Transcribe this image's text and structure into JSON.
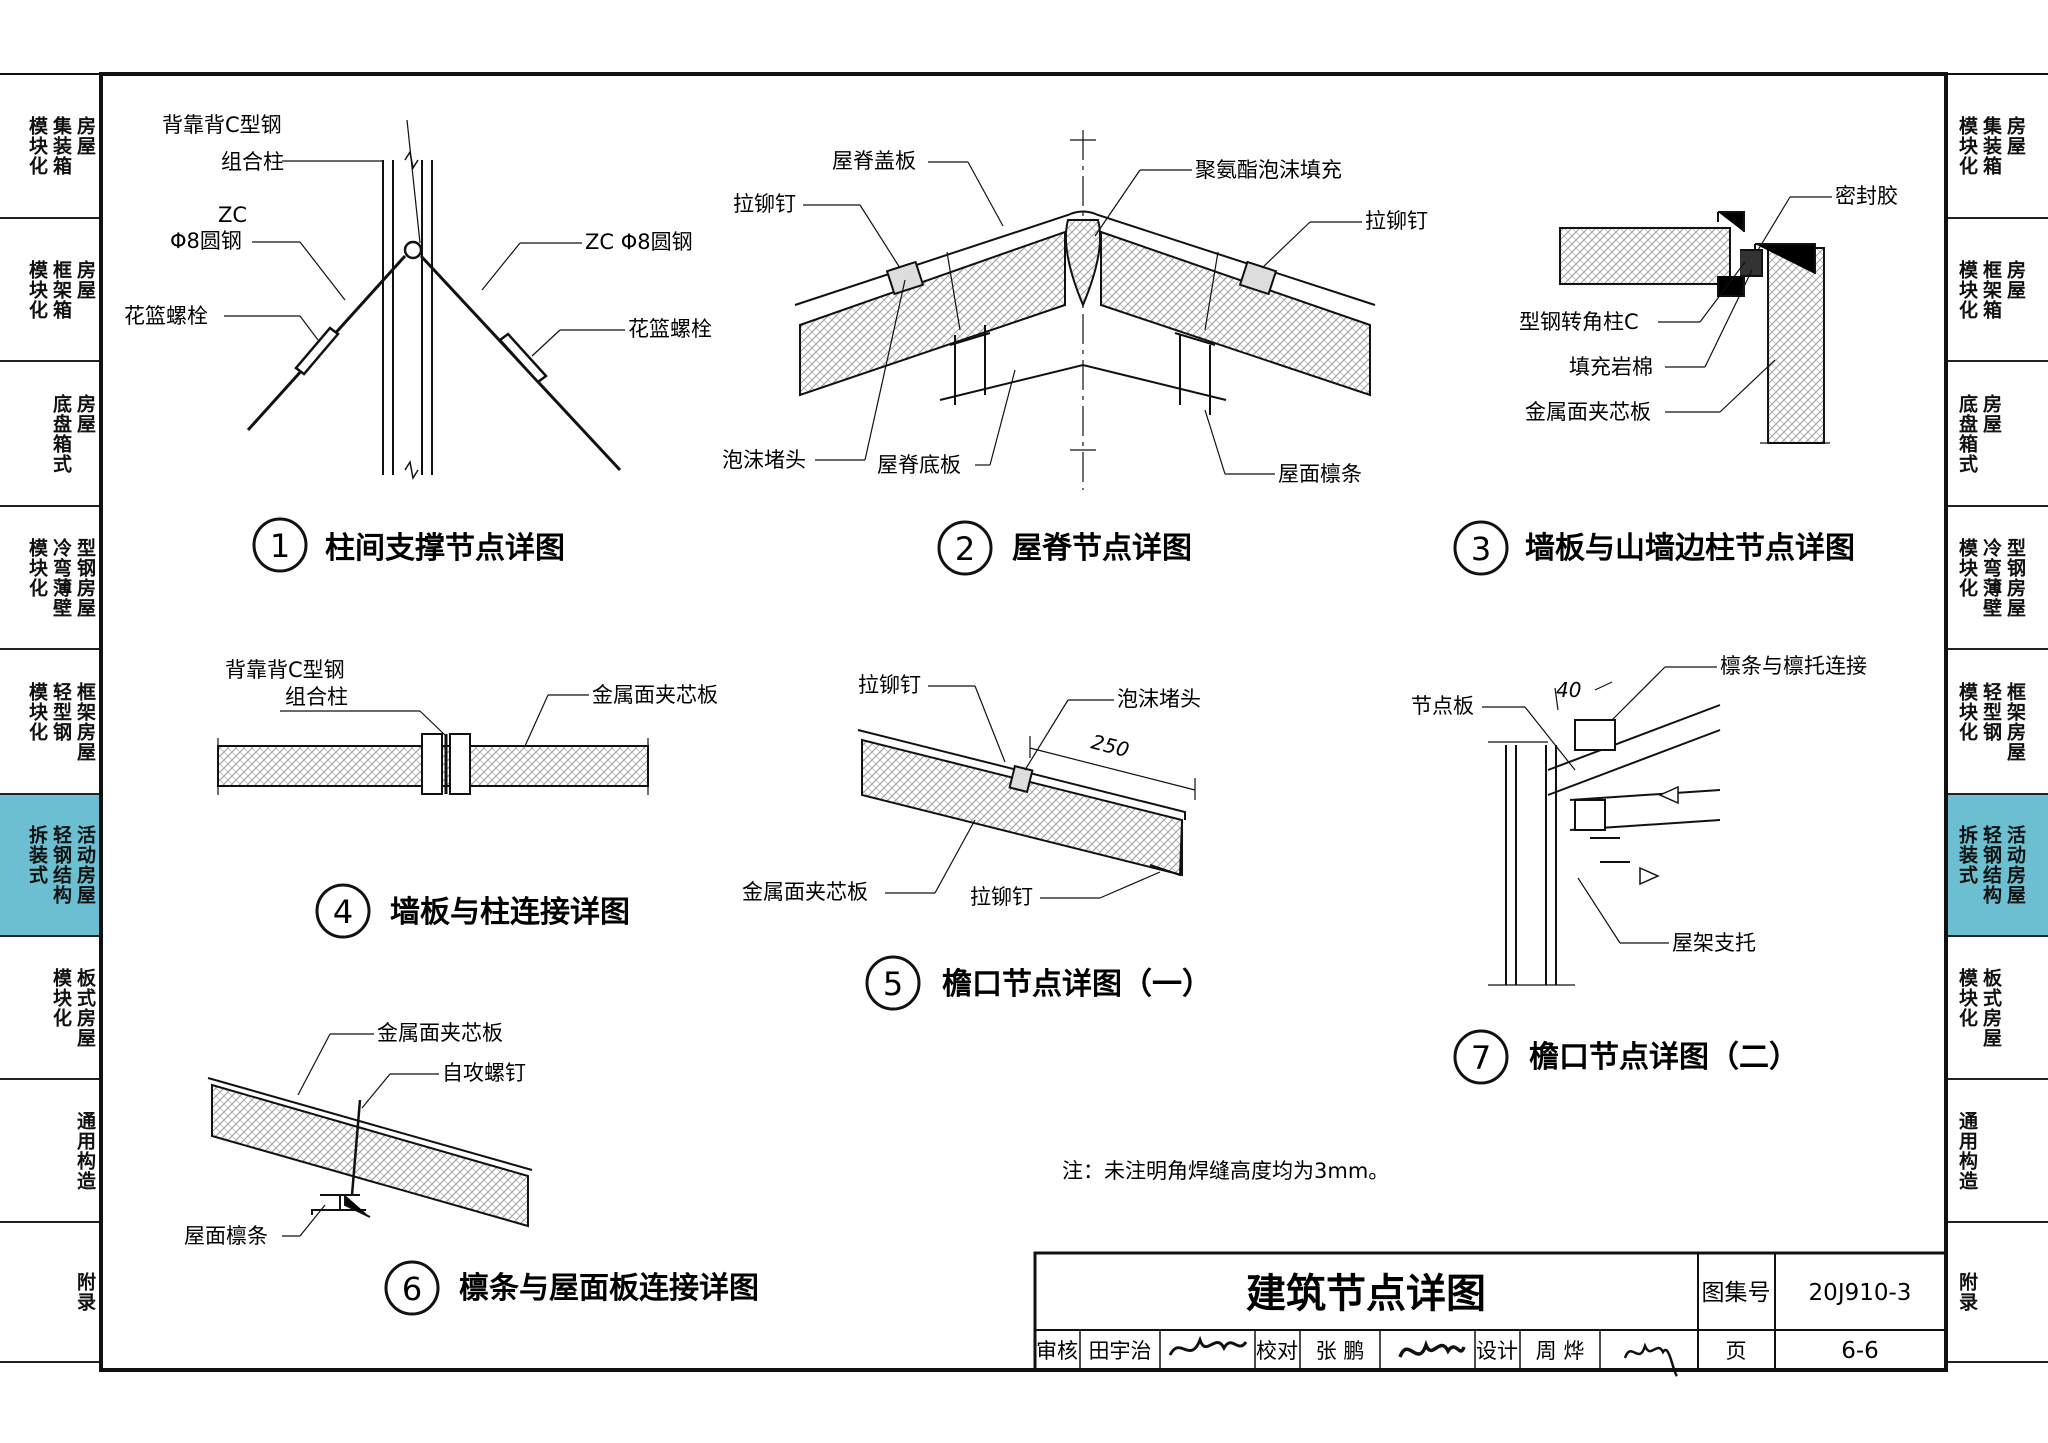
{
  "side_tabs": [
    {
      "cols": [
        "房屋",
        "集装箱",
        "模块化"
      ],
      "active": false
    },
    {
      "cols": [
        "房屋",
        "框架箱",
        "模块化"
      ],
      "active": false
    },
    {
      "cols": [
        "房屋",
        "底盘箱式"
      ],
      "active": false
    },
    {
      "cols": [
        "型钢房屋",
        "冷弯薄壁",
        "模块化"
      ],
      "active": false
    },
    {
      "cols": [
        "框架房屋",
        "轻型钢",
        "模块化"
      ],
      "active": false
    },
    {
      "cols": [
        "活动房屋",
        "轻钢结构",
        "拆装式"
      ],
      "active": true
    },
    {
      "cols": [
        "板式房屋",
        "模块化"
      ],
      "active": false
    },
    {
      "cols": [
        "通用构造"
      ],
      "active": false
    },
    {
      "cols": [
        "附录"
      ],
      "active": false
    }
  ],
  "details": {
    "d1": {
      "num": "1",
      "title": "柱间支撑节点详图",
      "labels": [
        "背靠背C型钢",
        "组合柱",
        "ZC",
        "Φ8圆钢",
        "ZC Φ8圆钢",
        "花篮螺栓",
        "花篮螺栓"
      ]
    },
    "d2": {
      "num": "2",
      "title": "屋脊节点详图",
      "labels": [
        "屋脊盖板",
        "拉铆钉",
        "聚氨酯泡沫填充",
        "拉铆钉",
        "泡沫堵头",
        "屋脊底板",
        "屋面檩条"
      ]
    },
    "d3": {
      "num": "3",
      "title": "墙板与山墙边柱节点详图",
      "labels": [
        "密封胶",
        "型钢转角柱C",
        "填充岩棉",
        "金属面夹芯板"
      ]
    },
    "d4": {
      "num": "4",
      "title": "墙板与柱连接详图",
      "labels": [
        "背靠背C型钢",
        "组合柱",
        "金属面夹芯板"
      ]
    },
    "d5": {
      "num": "5",
      "title": "檐口节点详图（一）",
      "labels": [
        "拉铆钉",
        "泡沫堵头",
        "250",
        "金属面夹芯板",
        "拉铆钉"
      ]
    },
    "d6": {
      "num": "6",
      "title": "檩条与屋面板连接详图",
      "labels": [
        "金属面夹芯板",
        "自攻螺钉",
        "屋面檩条"
      ]
    },
    "d7": {
      "num": "7",
      "title": "檐口节点详图（二）",
      "labels": [
        "40",
        "檩条与檩托连接",
        "节点板",
        "屋架支托"
      ]
    }
  },
  "note": "注：未注明角焊缝高度均为3mm。",
  "title_block": {
    "title": "建筑节点详图",
    "atlas_label": "图集号",
    "atlas_no": "20J910-3",
    "review_label": "审核",
    "reviewer": "田宇治",
    "check_label": "校对",
    "checker": "张 鹏",
    "design_label": "设计",
    "designer": "周 烨",
    "page_label": "页",
    "page_no": "6-6"
  }
}
